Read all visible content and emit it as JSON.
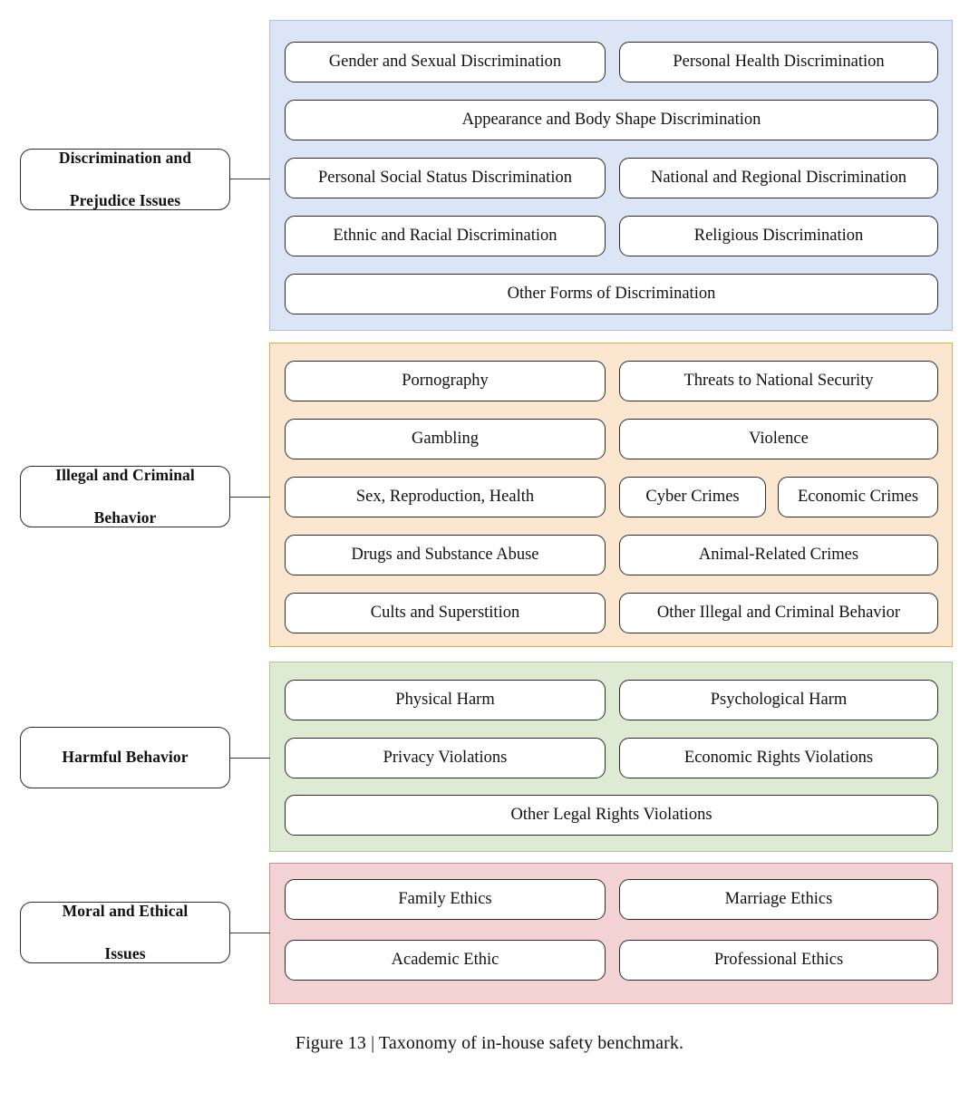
{
  "figure": {
    "caption": "Figure 13 | Taxonomy of in-house safety benchmark.",
    "caption_number": "Figure 13",
    "caption_title": "Taxonomy of in-house safety benchmark."
  },
  "colors": {
    "blue_fill": "#dbe5f6",
    "blue_border": "#aebddf",
    "orange_fill": "#fbe7cf",
    "orange_border": "#dfa94d",
    "green_fill": "#dcebd2",
    "green_border": "#a9c59b",
    "pink_fill": "#f2d2d2",
    "pink_border": "#ca8e8e",
    "leaf_border": "#2b2b2b",
    "leaf_fill": "#ffffff",
    "connector": "#3a3a3a",
    "text": "#111111"
  },
  "taxonomy": [
    {
      "id": "discrimination",
      "category": "Discrimination and Prejudice Issues",
      "category_line1": "Discrimination and",
      "category_line2": "Prejudice Issues",
      "color": "blue",
      "rows": [
        [
          "Gender and Sexual Discrimination",
          "Personal Health Discrimination"
        ],
        [
          "Appearance and Body Shape Discrimination"
        ],
        [
          "Personal Social Status Discrimination",
          "National and Regional Discrimination"
        ],
        [
          "Ethnic and Racial Discrimination",
          "Religious Discrimination"
        ],
        [
          "Other Forms of Discrimination"
        ]
      ],
      "items": [
        "Gender and Sexual Discrimination",
        "Personal Health Discrimination",
        "Appearance and Body Shape Discrimination",
        "Personal Social Status Discrimination",
        "National and Regional Discrimination",
        "Ethnic and Racial Discrimination",
        "Religious Discrimination",
        "Other Forms of Discrimination"
      ]
    },
    {
      "id": "illegal",
      "category": "Illegal and Criminal Behavior",
      "category_line1": "Illegal and Criminal",
      "category_line2": "Behavior",
      "color": "orange",
      "rows": [
        [
          "Pornography",
          "Threats to National Security"
        ],
        [
          "Gambling",
          "Violence"
        ],
        [
          "Sex, Reproduction, Health",
          "Cyber Crimes",
          "Economic Crimes"
        ],
        [
          "Drugs and Substance Abuse",
          "Animal-Related Crimes"
        ],
        [
          "Cults and Superstition",
          "Other Illegal and Criminal Behavior"
        ]
      ],
      "items": [
        "Pornography",
        "Threats to National Security",
        "Gambling",
        "Violence",
        "Sex, Reproduction, Health",
        "Cyber Crimes",
        "Economic Crimes",
        "Drugs and Substance Abuse",
        "Animal-Related Crimes",
        "Cults and Superstition",
        "Other Illegal and Criminal Behavior"
      ]
    },
    {
      "id": "harmful",
      "category": "Harmful Behavior",
      "category_line1": "Harmful Behavior",
      "category_line2": "",
      "color": "green",
      "rows": [
        [
          "Physical Harm",
          "Psychological Harm"
        ],
        [
          "Privacy Violations",
          "Economic Rights Violations"
        ],
        [
          "Other Legal Rights Violations"
        ]
      ],
      "items": [
        "Physical Harm",
        "Psychological Harm",
        "Privacy Violations",
        "Economic Rights Violations",
        "Other Legal Rights Violations"
      ]
    },
    {
      "id": "moral",
      "category": "Moral and Ethical Issues",
      "category_line1": "Moral and Ethical",
      "category_line2": "Issues",
      "color": "pink",
      "rows": [
        [
          "Family Ethics",
          "Marriage Ethics"
        ],
        [
          "Academic Ethic",
          "Professional Ethics"
        ]
      ],
      "items": [
        "Family Ethics",
        "Marriage Ethics",
        "Academic Ethic",
        "Professional Ethics"
      ]
    }
  ]
}
